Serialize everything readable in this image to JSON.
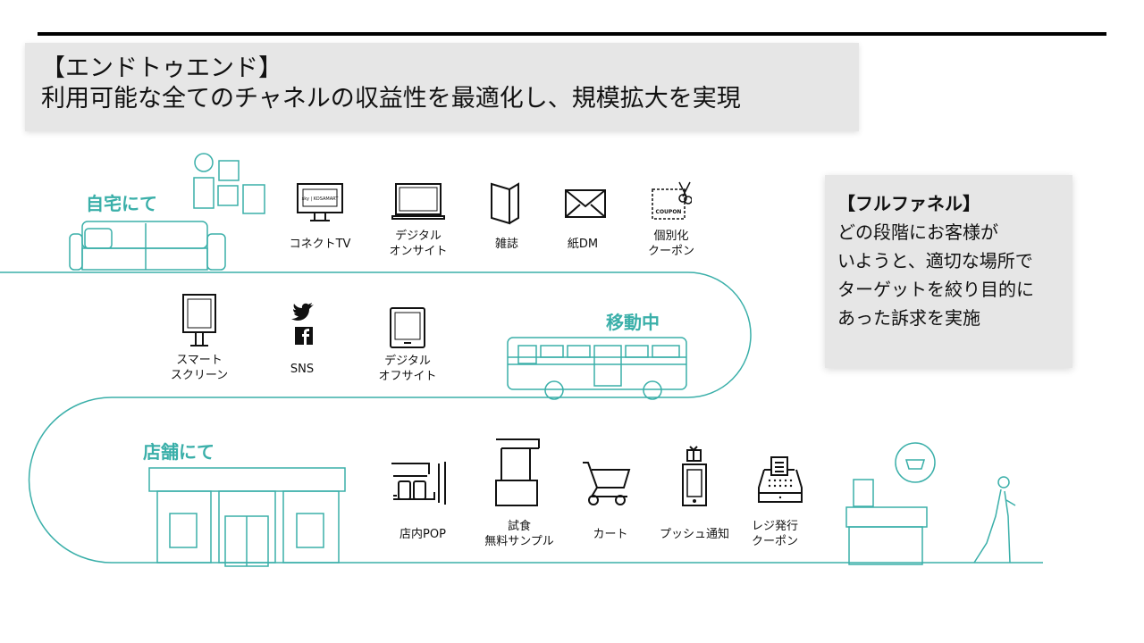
{
  "title": {
    "line1": "【エンドトゥエンド】",
    "line2": "利用可能な全てのチャネルの収益性を最適化し、規模拡大を実現"
  },
  "side_box": {
    "heading": "【フルファネル】",
    "body": [
      "どの段階にお客様が",
      "いようと、適切な場所で",
      "ターゲットを絞り目的に",
      "あった訴求を実施"
    ]
  },
  "sections": {
    "home": "自宅にて",
    "moving": "移動中",
    "store": "店舗にて"
  },
  "home_items": [
    {
      "label": "コネクトTV",
      "icon": "tv-icon"
    },
    {
      "label": "デジタル\nオンサイト",
      "icon": "laptop-icon"
    },
    {
      "label": "雑誌",
      "icon": "magazine-icon"
    },
    {
      "label": "紙DM",
      "icon": "envelope-icon"
    },
    {
      "label": "個別化\nクーポン",
      "icon": "coupon-icon"
    }
  ],
  "moving_items": [
    {
      "label": "スマート\nスクリーン",
      "icon": "smart-screen-icon"
    },
    {
      "label": "SNS",
      "icon": "social-icon"
    },
    {
      "label": "デジタル\nオフサイト",
      "icon": "tablet-icon"
    }
  ],
  "store_items": [
    {
      "label": "店内POP",
      "icon": "shelf-icon"
    },
    {
      "label": "試食\n無料サンプル",
      "icon": "sampling-booth-icon"
    },
    {
      "label": "カート",
      "icon": "cart-icon"
    },
    {
      "label": "プッシュ通知",
      "icon": "phone-gift-icon"
    },
    {
      "label": "レジ発行\nクーポン",
      "icon": "register-icon"
    }
  ],
  "icon_text": {
    "coupon": "COUPON",
    "tv_screen": "sky | KOSAMART"
  },
  "colors": {
    "accent": "#3aafa9",
    "box": "#e6e6e6"
  }
}
